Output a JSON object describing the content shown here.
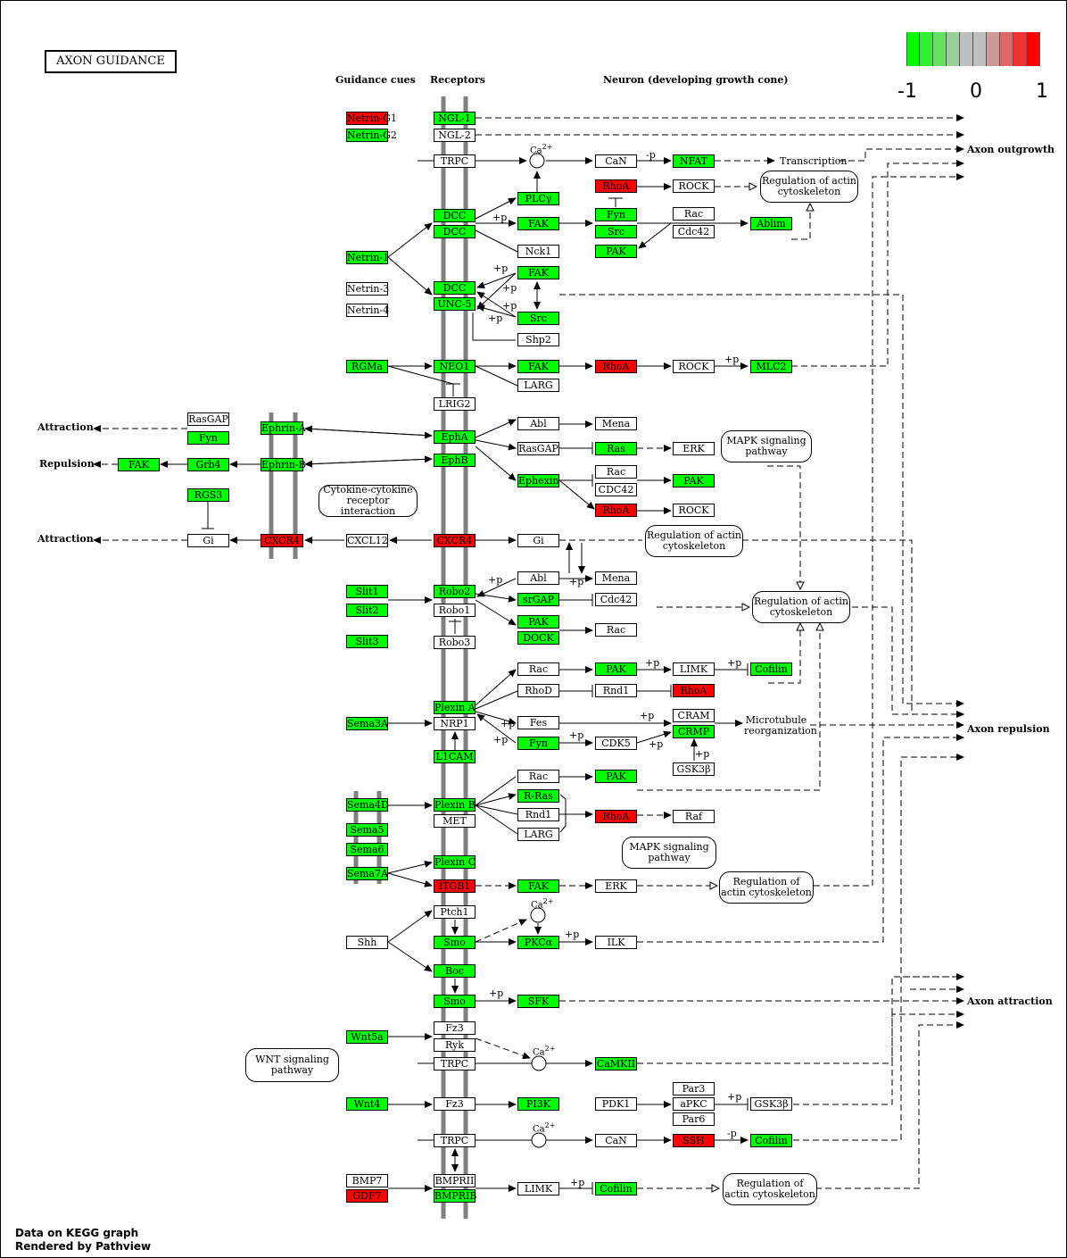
{
  "title": "AXON GUIDANCE",
  "headers": {
    "cues": "Guidance cues",
    "receptors": "Receptors",
    "neuron": "Neuron (developing growth cone)"
  },
  "legend": {
    "min": "-1",
    "mid": "0",
    "max": "1",
    "colors": [
      "#00ff00",
      "#33ef33",
      "#66df66",
      "#99cf99",
      "#bebebe",
      "#bebebe",
      "#cf9999",
      "#df6666",
      "#ef3333",
      "#ff0000"
    ]
  },
  "colors": {
    "green": "#00ff00",
    "red": "#ff0000",
    "white": "#ffffff",
    "membrane": "#808080"
  },
  "outcomes": {
    "attraction": "Attraction",
    "repulsion": "Repulsion",
    "axon_outgrowth": "Axon outgrowth",
    "axon_repulsion": "Axon repulsion",
    "axon_attraction": "Axon attraction"
  },
  "labels": {
    "transcription": "Transcription",
    "microtubule": "Microtubule reorganization",
    "ca": "Ca",
    "ca_sup": "2+",
    "plus_p": "+p",
    "minus_p": "-p"
  },
  "rounded": {
    "actin1": "Regulation of actin cytoskeleton",
    "mapk1": "MAPK signaling pathway",
    "cytokine": "Cytokine-cytokine receptor interaction",
    "actin2": "Regulation of actin cytoskeleton",
    "actin3": "Regulation of actin cytoskeleton",
    "mapk2": "MAPK signaling pathway",
    "actin4": "Regulation of actin cytoskeleton",
    "wnt": "WNT signaling pathway",
    "actin5": "Regulation of actin cytoskeleton"
  },
  "nodes": {
    "netrin_g1": "Netrin-G1",
    "netrin_g2": "Netrin-G2",
    "ngl1": "NGL-1",
    "ngl2": "NGL-2",
    "trpc1": "TRPC",
    "can1": "CaN",
    "nfat": "NFAT",
    "plcy": "PLCγ",
    "rhoa1": "RhoA",
    "rock1": "ROCK",
    "fak1": "FAK",
    "fyn1": "Fyn",
    "src1": "Src",
    "rac1": "Rac",
    "cdc42_1": "Cdc42",
    "ablim": "Ablim",
    "pak1": "PAK",
    "dcc1": "DCC",
    "dcc2": "DCC",
    "nck1": "Nck1",
    "netrin1": "Netrin-1",
    "netrin3": "Netrin-3",
    "netrin4": "Netrin-4",
    "fak2": "FAK",
    "dcc3": "DCC",
    "unc5": "UNC-5",
    "src2": "Src",
    "shp2": "Shp2",
    "rgma": "RGMa",
    "neo1": "NEO1",
    "fak3": "FAK",
    "rhoa2": "RhoA",
    "rock2": "ROCK",
    "mlc2": "MLC2",
    "larg1": "LARG",
    "lrig2": "LRIG2",
    "rasgap1": "RasGAP",
    "fyn2": "Fyn",
    "ephrina": "Ephrin-A",
    "epha": "EphA",
    "abl1": "Abl",
    "mena1": "Mena",
    "rasgap2": "RasGAP",
    "ras": "Ras",
    "erk1": "ERK",
    "fak4": "FAK",
    "grb4": "Grb4",
    "ephrinb": "Ephrin-B",
    "ephb": "EphB",
    "ephexin": "Ephexin",
    "rac2": "Rac",
    "cdc42_2": "CDC42",
    "pak2": "PAK",
    "rhoa3": "RhoA",
    "rock3": "ROCK",
    "rgs3": "RGS3",
    "gi1": "Gi",
    "cxcr4_1": "CXCR4",
    "cxcl12": "CXCL12",
    "cxcr4_2": "CXCR4",
    "gi2": "Gi",
    "slit1": "Slit1",
    "slit2": "Slit2",
    "slit3": "Slit3",
    "robo2": "Robo2",
    "robo1": "Robo1",
    "robo3": "Robo3",
    "abl2": "Abl",
    "mena2": "Mena",
    "srgap": "srGAP",
    "cdc42_3": "Cdc42",
    "pak3": "PAK",
    "dock": "DOCK",
    "rac3": "Rac",
    "sema3a": "Sema3A",
    "plexina": "Plexin A",
    "nrp1": "NRP1",
    "l1cam": "L1CAM",
    "rac4": "Rac",
    "pak4": "PAK",
    "limk1": "LIMK",
    "cofilin1": "Cofilin",
    "rhod": "RhoD",
    "rnd1_1": "Rnd1",
    "rhoa4": "RhoA",
    "fes": "Fes",
    "fyn3": "Fyn",
    "cdk5": "CDK5",
    "cram": "CRAM",
    "crmp": "CRMP",
    "gsk3b1": "GSK3β",
    "sema4d": "Sema4D",
    "sema5": "Sema5",
    "sema6": "Sema6",
    "plexinb": "Plexin B",
    "met": "MET",
    "rac5": "Rac",
    "pak5": "PAK",
    "rras": "R-Ras",
    "rnd1_2": "Rnd1",
    "larg2": "LARG",
    "rhoa5": "RhoA",
    "raf": "Raf",
    "sema7a": "Sema7A",
    "plexinc": "Plexin C",
    "itgb1": "ITGB1",
    "fak5": "FAK",
    "erk2": "ERK",
    "ptch1": "Ptch1",
    "shh": "Shh",
    "smo1": "Smo",
    "pkca": "PKCα",
    "ilk": "ILK",
    "boc": "Boc",
    "smo2": "Smo",
    "sfk": "SFK",
    "wnt5a": "Wnt5a",
    "fz3_1": "Fz3",
    "ryk": "Ryk",
    "trpc2": "TRPC",
    "camkii": "CaMKII",
    "wnt4": "Wnt4",
    "fz3_2": "Fz3",
    "pi3k": "PI3K",
    "pdk1": "PDK1",
    "par3": "Par3",
    "apkc": "aPKC",
    "par6": "Par6",
    "gsk3b2": "GSK3β",
    "trpc3": "TRPC",
    "can2": "CaN",
    "ssh": "SSH",
    "cofilin2": "Cofilin",
    "bmp7": "BMP7",
    "gdf7": "GDF7",
    "bmprii": "BMPRII",
    "bmprib": "BMPRIB",
    "limk2": "LIMK",
    "cofilin3": "Cofilin"
  },
  "footer": {
    "line1": "Data on KEGG graph",
    "line2": "Rendered by Pathview"
  }
}
